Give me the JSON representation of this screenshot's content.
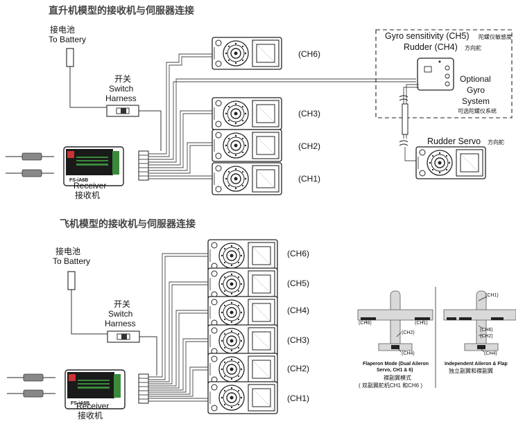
{
  "heli": {
    "title": "直升机模型的接收机与伺服器连接",
    "battery_cn": "接电池",
    "battery_en": "To Battery",
    "switch_cn": "开关",
    "switch_en1": "Switch",
    "switch_en2": "Harness",
    "receiver_en": "Receiver",
    "receiver_cn": "接收机",
    "receiver_model": "FS-iA6B",
    "channels": [
      "(CH6)",
      "(CH3)",
      "(CH2)",
      "(CH1)"
    ],
    "gyro_sens": "Gyro sensitivity (CH5)",
    "gyro_sens_cn": "陀螺仪敏感度",
    "rudder_ch4": "Rudder (CH4)",
    "rudder_ch4_cn": "方向舵",
    "optional_1": "Optional",
    "optional_2": "Gyro",
    "optional_3": "System",
    "optional_cn": "可选陀螺仪系统",
    "rudder_servo": "Rudder Servo",
    "rudder_servo_cn": "方向舵"
  },
  "plane": {
    "title": "飞机模型的接收机与伺服器连接",
    "battery_cn": "接电池",
    "battery_en": "To Battery",
    "switch_cn": "开关",
    "switch_en1": "Switch",
    "switch_en2": "Harness",
    "receiver_en": "Receiver",
    "receiver_cn": "接收机",
    "receiver_model": "FS-iA6B",
    "channels": [
      "(CH6)",
      "(CH5)",
      "(CH4)",
      "(CH3)",
      "(CH2)",
      "(CH1)"
    ]
  },
  "modes": {
    "left": {
      "ch6": "(CH6)",
      "ch1": "(CH1)",
      "ch2": "(CH2)",
      "ch4": "(CH4)",
      "caption1": "Flaperon Mode (Dual Aileron",
      "caption2": "Servo, CH1 & 6)",
      "caption_cn1": "襟副翼模式",
      "caption_cn2": "( 双副翼舵机CH1 和CH6 )"
    },
    "right": {
      "ch1": "(CH1)",
      "ch6": "(CH6)",
      "ch2": "(CH2)",
      "ch4": "(CH4)",
      "caption1": "Independent Aileron & Flap",
      "caption_cn1": "独立副翼和襟副翼"
    }
  }
}
